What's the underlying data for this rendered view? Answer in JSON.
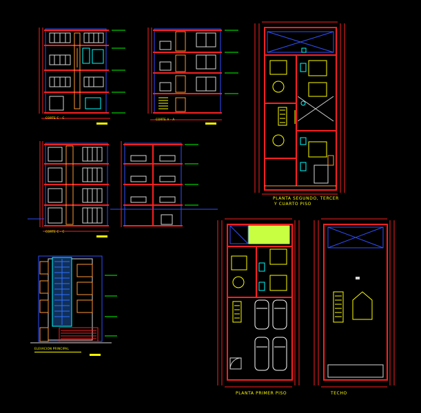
{
  "drawing": {
    "background": "#000000",
    "colors": {
      "wall": "#ff2020",
      "dimension": "#ff2020",
      "outline": "#3050ff",
      "detail": "#d8d8d8",
      "furniture": "#ffff00",
      "fixture": "#00ffff",
      "stair": "#ffff00",
      "landscape": "#c8ff40",
      "accent": "#ff9933",
      "level": "#00ff00",
      "text": "#ffff00"
    },
    "views": [
      {
        "id": "corte-c-c-1",
        "title": "CORTE C - C"
      },
      {
        "id": "corte-a-a",
        "title": "CORTE A - A"
      },
      {
        "id": "corte-c-c-2",
        "title": "CORTE C - C"
      },
      {
        "id": "elevacion-principal",
        "title": "ELEVACION PRINCIPAL"
      },
      {
        "id": "planta-segundo",
        "title_line1": "PLANTA SEGUNDO, TERCER",
        "title_line2": "Y CUARTO PISO"
      },
      {
        "id": "planta-primer-piso",
        "title": "PLANTA PRIMER PISO"
      },
      {
        "id": "techo",
        "title": "TECHO"
      }
    ]
  }
}
